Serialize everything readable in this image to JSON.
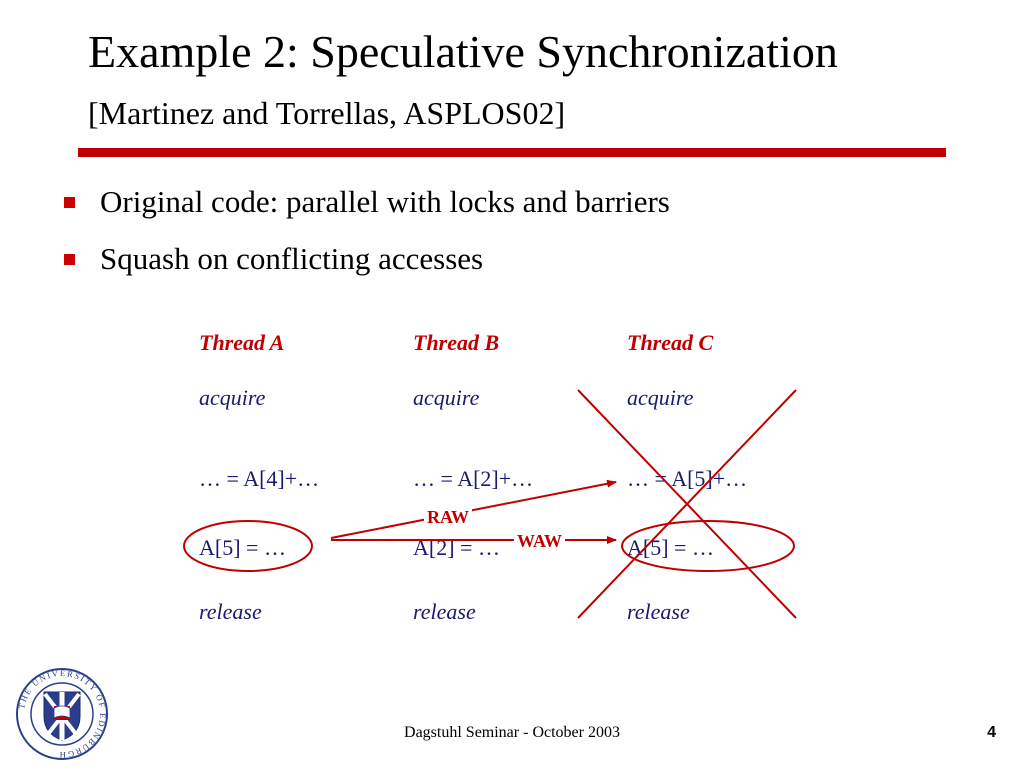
{
  "slide": {
    "title": "Example 2: Speculative Synchronization",
    "subtitle": "[Martinez and Torrellas, ASPLOS02]",
    "bullets": [
      "Original code: parallel with locks and barriers",
      "Squash on conflicting accesses"
    ]
  },
  "table": {
    "headers": [
      "Thread A",
      "Thread B",
      "Thread C"
    ],
    "rows": [
      [
        "acquire",
        "acquire",
        "acquire"
      ],
      [
        "… = A[4]+…",
        "… = A[2]+…",
        "… = A[5]+…"
      ],
      [
        "A[5] = …",
        "A[2] = …",
        "A[5] = …"
      ],
      [
        "release",
        "release",
        "release"
      ]
    ]
  },
  "annotations": {
    "raw": "RAW",
    "waw": "WAW"
  },
  "logo": {
    "ring_text": "THE UNIVERSITY OF EDINBURGH"
  },
  "footer": {
    "text": "Dagstuhl Seminar - October 2003",
    "page": "4"
  },
  "colors": {
    "accent": "#c00000",
    "code": "#1a1a6e",
    "logo_blue": "#2a3e8c"
  }
}
